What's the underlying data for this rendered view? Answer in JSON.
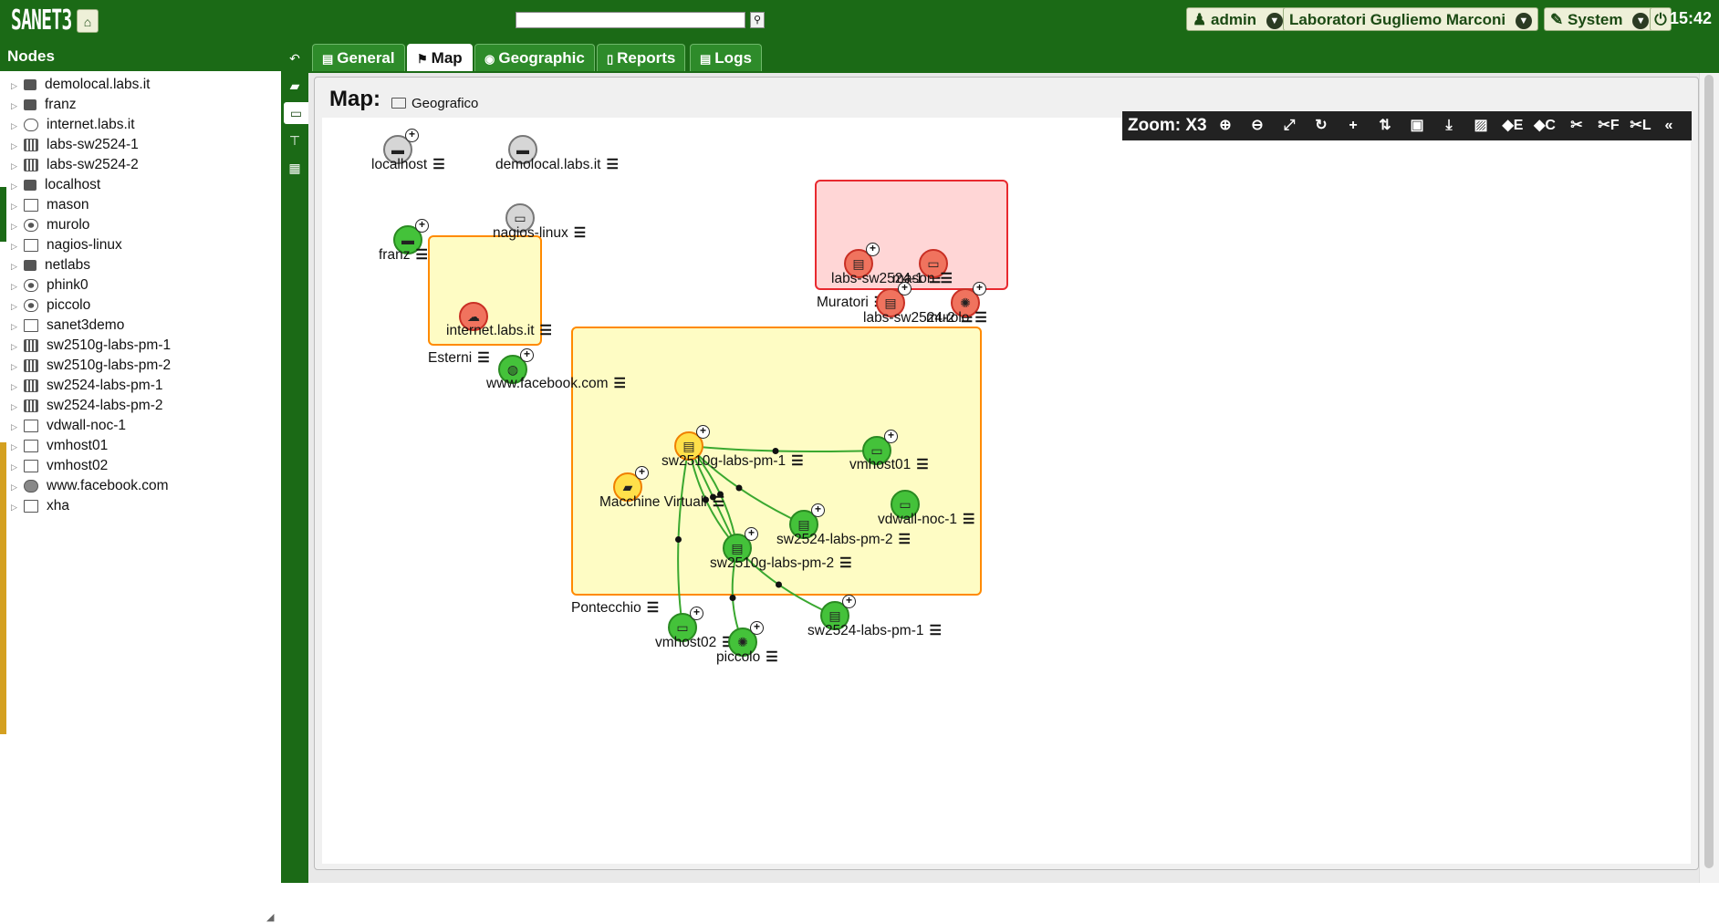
{
  "app": {
    "logo": "SANET",
    "logo_version": "3",
    "clock": "15:42"
  },
  "header": {
    "search_placeholder": "",
    "user_label": "admin",
    "tenant_label": "Laboratori Gugliemo Marconi",
    "system_label": "System"
  },
  "sidebar": {
    "title": "Nodes",
    "items": [
      {
        "label": "demolocal.labs.it",
        "icon": "server-icon"
      },
      {
        "label": "franz",
        "icon": "server-icon"
      },
      {
        "label": "internet.labs.it",
        "icon": "cloud-icon"
      },
      {
        "label": "labs-sw2524-1",
        "icon": "switch-icon"
      },
      {
        "label": "labs-sw2524-2",
        "icon": "switch-icon"
      },
      {
        "label": "localhost",
        "icon": "server-icon"
      },
      {
        "label": "mason",
        "icon": "monitor-icon"
      },
      {
        "label": "murolo",
        "icon": "router-icon"
      },
      {
        "label": "nagios-linux",
        "icon": "monitor-icon"
      },
      {
        "label": "netlabs",
        "icon": "server-icon"
      },
      {
        "label": "phink0",
        "icon": "router-icon"
      },
      {
        "label": "piccolo",
        "icon": "router-icon"
      },
      {
        "label": "sanet3demo",
        "icon": "monitor-icon"
      },
      {
        "label": "sw2510g-labs-pm-1",
        "icon": "switch-icon"
      },
      {
        "label": "sw2510g-labs-pm-2",
        "icon": "switch-icon"
      },
      {
        "label": "sw2524-labs-pm-1",
        "icon": "switch-icon"
      },
      {
        "label": "sw2524-labs-pm-2",
        "icon": "switch-icon"
      },
      {
        "label": "vdwall-noc-1",
        "icon": "monitor-icon"
      },
      {
        "label": "vmhost01",
        "icon": "monitor-icon"
      },
      {
        "label": "vmhost02",
        "icon": "monitor-icon"
      },
      {
        "label": "www.facebook.com",
        "icon": "globe-icon"
      },
      {
        "label": "xha",
        "icon": "monitor-icon"
      }
    ]
  },
  "tabs": [
    {
      "label": "General",
      "icon": "list-icon"
    },
    {
      "label": "Map",
      "icon": "map-icon",
      "active": true
    },
    {
      "label": "Geographic",
      "icon": "globe-icon"
    },
    {
      "label": "Reports",
      "icon": "report-icon"
    },
    {
      "label": "Logs",
      "icon": "list-icon"
    }
  ],
  "map": {
    "title": "Map:",
    "subtitle": "Geografico",
    "zoom_label": "Zoom: X3",
    "toolbar": [
      {
        "name": "zoom-in-icon",
        "glyph": "⊕"
      },
      {
        "name": "zoom-out-icon",
        "glyph": "⊖"
      },
      {
        "name": "fit-icon",
        "glyph": "⤢"
      },
      {
        "name": "refresh-icon",
        "glyph": "↻"
      },
      {
        "name": "add-icon",
        "glyph": "+"
      },
      {
        "name": "sort-az-icon",
        "glyph": "⇅"
      },
      {
        "name": "save-icon",
        "glyph": "▣"
      },
      {
        "name": "download-icon",
        "glyph": "⤓"
      },
      {
        "name": "image-icon",
        "glyph": "▨"
      },
      {
        "name": "tag-e-icon",
        "glyph": "◆E"
      },
      {
        "name": "tag-c-icon",
        "glyph": "◆C"
      },
      {
        "name": "unlink-icon",
        "glyph": "✂"
      },
      {
        "name": "unlink-f-icon",
        "glyph": "✂F"
      },
      {
        "name": "unlink-l-icon",
        "glyph": "✂L"
      },
      {
        "name": "collapse-icon",
        "glyph": "«"
      }
    ],
    "groups": [
      {
        "id": "esterni",
        "label": "Esterni",
        "color": "yellow"
      },
      {
        "id": "muratori",
        "label": "Muratori",
        "color": "red"
      },
      {
        "id": "pontecchio",
        "label": "Pontecchio",
        "color": "yellow"
      }
    ],
    "nodes": [
      {
        "id": "localhost",
        "label": "localhost",
        "status": "grey",
        "icon": "server-icon",
        "expandable": true
      },
      {
        "id": "demolocal",
        "label": "demolocal.labs.it",
        "status": "grey",
        "icon": "server-icon",
        "expandable": false
      },
      {
        "id": "franz",
        "label": "franz",
        "status": "green",
        "icon": "server-icon",
        "expandable": true
      },
      {
        "id": "nagios",
        "label": "nagios-linux",
        "status": "grey",
        "icon": "monitor-icon",
        "expandable": false
      },
      {
        "id": "internet",
        "label": "internet.labs.it",
        "status": "red",
        "icon": "cloud-icon",
        "expandable": false
      },
      {
        "id": "facebook",
        "label": "www.facebook.com",
        "status": "green",
        "icon": "globe-icon",
        "expandable": true
      },
      {
        "id": "labs1",
        "label": "labs-sw2524-1",
        "status": "red",
        "icon": "switch-icon",
        "expandable": true
      },
      {
        "id": "mason",
        "label": "mason",
        "status": "red",
        "icon": "monitor-icon",
        "expandable": false
      },
      {
        "id": "labs2",
        "label": "labs-sw2524-2",
        "status": "red",
        "icon": "switch-icon",
        "expandable": true
      },
      {
        "id": "murolo",
        "label": "murolo",
        "status": "red",
        "icon": "router-icon",
        "expandable": true
      },
      {
        "id": "pm1",
        "label": "sw2510g-labs-pm-1",
        "status": "yellow",
        "icon": "switch-icon",
        "expandable": true
      },
      {
        "id": "macchine",
        "label": "Macchine Virtuali",
        "status": "yellow",
        "icon": "folder-icon",
        "expandable": true
      },
      {
        "id": "vmhost01",
        "label": "vmhost01",
        "status": "green",
        "icon": "monitor-icon",
        "expandable": true
      },
      {
        "id": "vdwall",
        "label": "vdwall-noc-1",
        "status": "green",
        "icon": "monitor-icon",
        "expandable": false
      },
      {
        "id": "pm2_24",
        "label": "sw2524-labs-pm-2",
        "status": "green",
        "icon": "switch-icon",
        "expandable": true
      },
      {
        "id": "pm2",
        "label": "sw2510g-labs-pm-2",
        "status": "green",
        "icon": "switch-icon",
        "expandable": true
      },
      {
        "id": "pm1_24",
        "label": "sw2524-labs-pm-1",
        "status": "green",
        "icon": "switch-icon",
        "expandable": true
      },
      {
        "id": "vmhost02",
        "label": "vmhost02",
        "status": "green",
        "icon": "monitor-icon",
        "expandable": true
      },
      {
        "id": "piccolo",
        "label": "piccolo",
        "status": "green",
        "icon": "router-icon",
        "expandable": true
      }
    ],
    "links": [
      [
        "pm1",
        "vmhost01"
      ],
      [
        "pm1",
        "pm2_24"
      ],
      [
        "pm1",
        "pm2"
      ],
      [
        "pm1",
        "pm2"
      ],
      [
        "pm1",
        "pm2"
      ],
      [
        "pm1",
        "vmhost02"
      ],
      [
        "pm2",
        "piccolo"
      ],
      [
        "pm2",
        "pm1_24"
      ]
    ],
    "colors": {
      "link": "#3aa830",
      "group_border": "#ff8a00",
      "group_red_border": "#e8292f"
    }
  }
}
